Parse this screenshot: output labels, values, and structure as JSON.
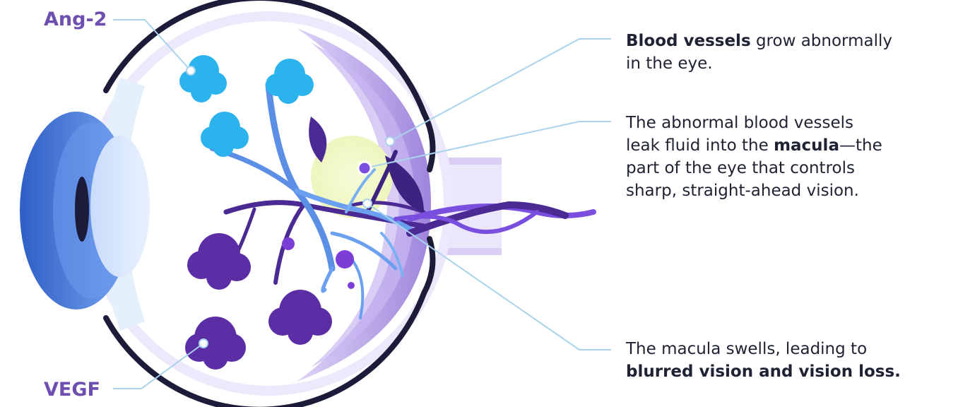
{
  "labels": {
    "ang2": "Ang-2",
    "vegf": "VEGF"
  },
  "descriptions": {
    "vessels": {
      "bold": "Blood vessels",
      "line1_rest": " grow abnormally",
      "line2": "in the eye."
    },
    "leak": {
      "line1": "The abnormal blood vessels",
      "line2_pre": "leak fluid into the ",
      "line2_bold": "macula",
      "line2_post": "—the",
      "line3": "part of the eye that controls",
      "line4": "sharp, straight-ahead vision."
    },
    "swell": {
      "line1": "The macula swells, leading to",
      "line2_bold": "blurred vision and vision loss."
    }
  },
  "colors": {
    "ang2": "#2bb3ee",
    "vegf": "#5b2ea6",
    "label_purple": "#6e4fb0",
    "eye_wall": "#1c1b3a",
    "callout_line": "#a9d3ec",
    "macula": "#f2f7c8"
  }
}
